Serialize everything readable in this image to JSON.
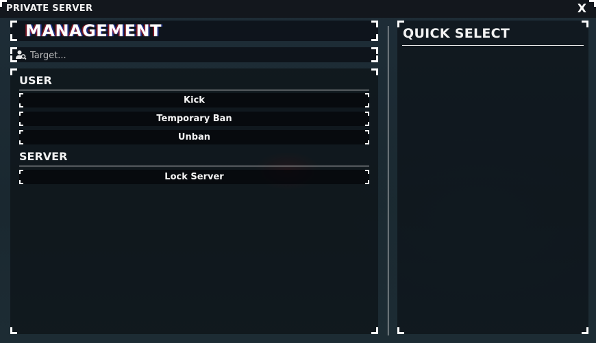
{
  "window": {
    "title": "PRIVATE SERVER",
    "close_label": "X"
  },
  "management": {
    "title": "MANAGEMENT",
    "target_input": {
      "placeholder": "Target...",
      "value": "",
      "icon": "user-search-icon"
    },
    "sections": [
      {
        "title": "USER",
        "actions": [
          {
            "label": "Kick"
          },
          {
            "label": "Temporary Ban"
          },
          {
            "label": "Unban"
          }
        ]
      },
      {
        "title": "SERVER",
        "actions": [
          {
            "label": "Lock Server"
          }
        ]
      }
    ]
  },
  "quick_select": {
    "title": "QUICK SELECT",
    "items": []
  },
  "colors": {
    "accent_text": "#ffffff",
    "panel_bg": "#0a0e14",
    "window_bg": "#1c2a33",
    "topbar_bg": "#13171d"
  }
}
